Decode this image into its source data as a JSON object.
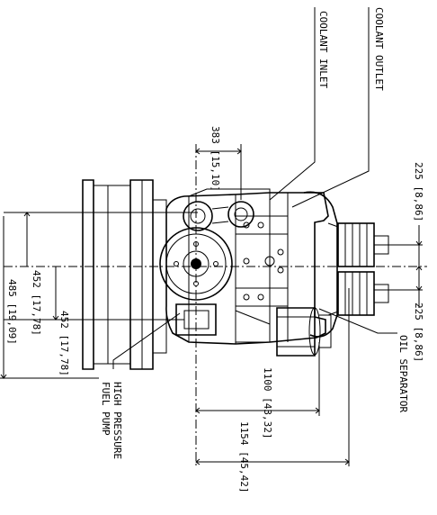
{
  "labels": {
    "coolant_outlet": "COOLANT OUTLET",
    "coolant_inlet": "COOLANT INLET",
    "oil_separator": "OIL SEPARATOR",
    "high_pressure_fuel_pump_line1": "HIGH PRESSURE",
    "high_pressure_fuel_pump_line2": "FUEL PUMP"
  },
  "dimensions": {
    "d383": "383 [15,10]",
    "d225_top": "225 [8,86]",
    "d225_bottom": "225 [8,86]",
    "d452_a": "452 [17,78]",
    "d452_b": "452 [17,78]",
    "d485": "485 [19,09]",
    "d1100": "1100 [43,32]",
    "d1154": "1154 [45,42]"
  }
}
